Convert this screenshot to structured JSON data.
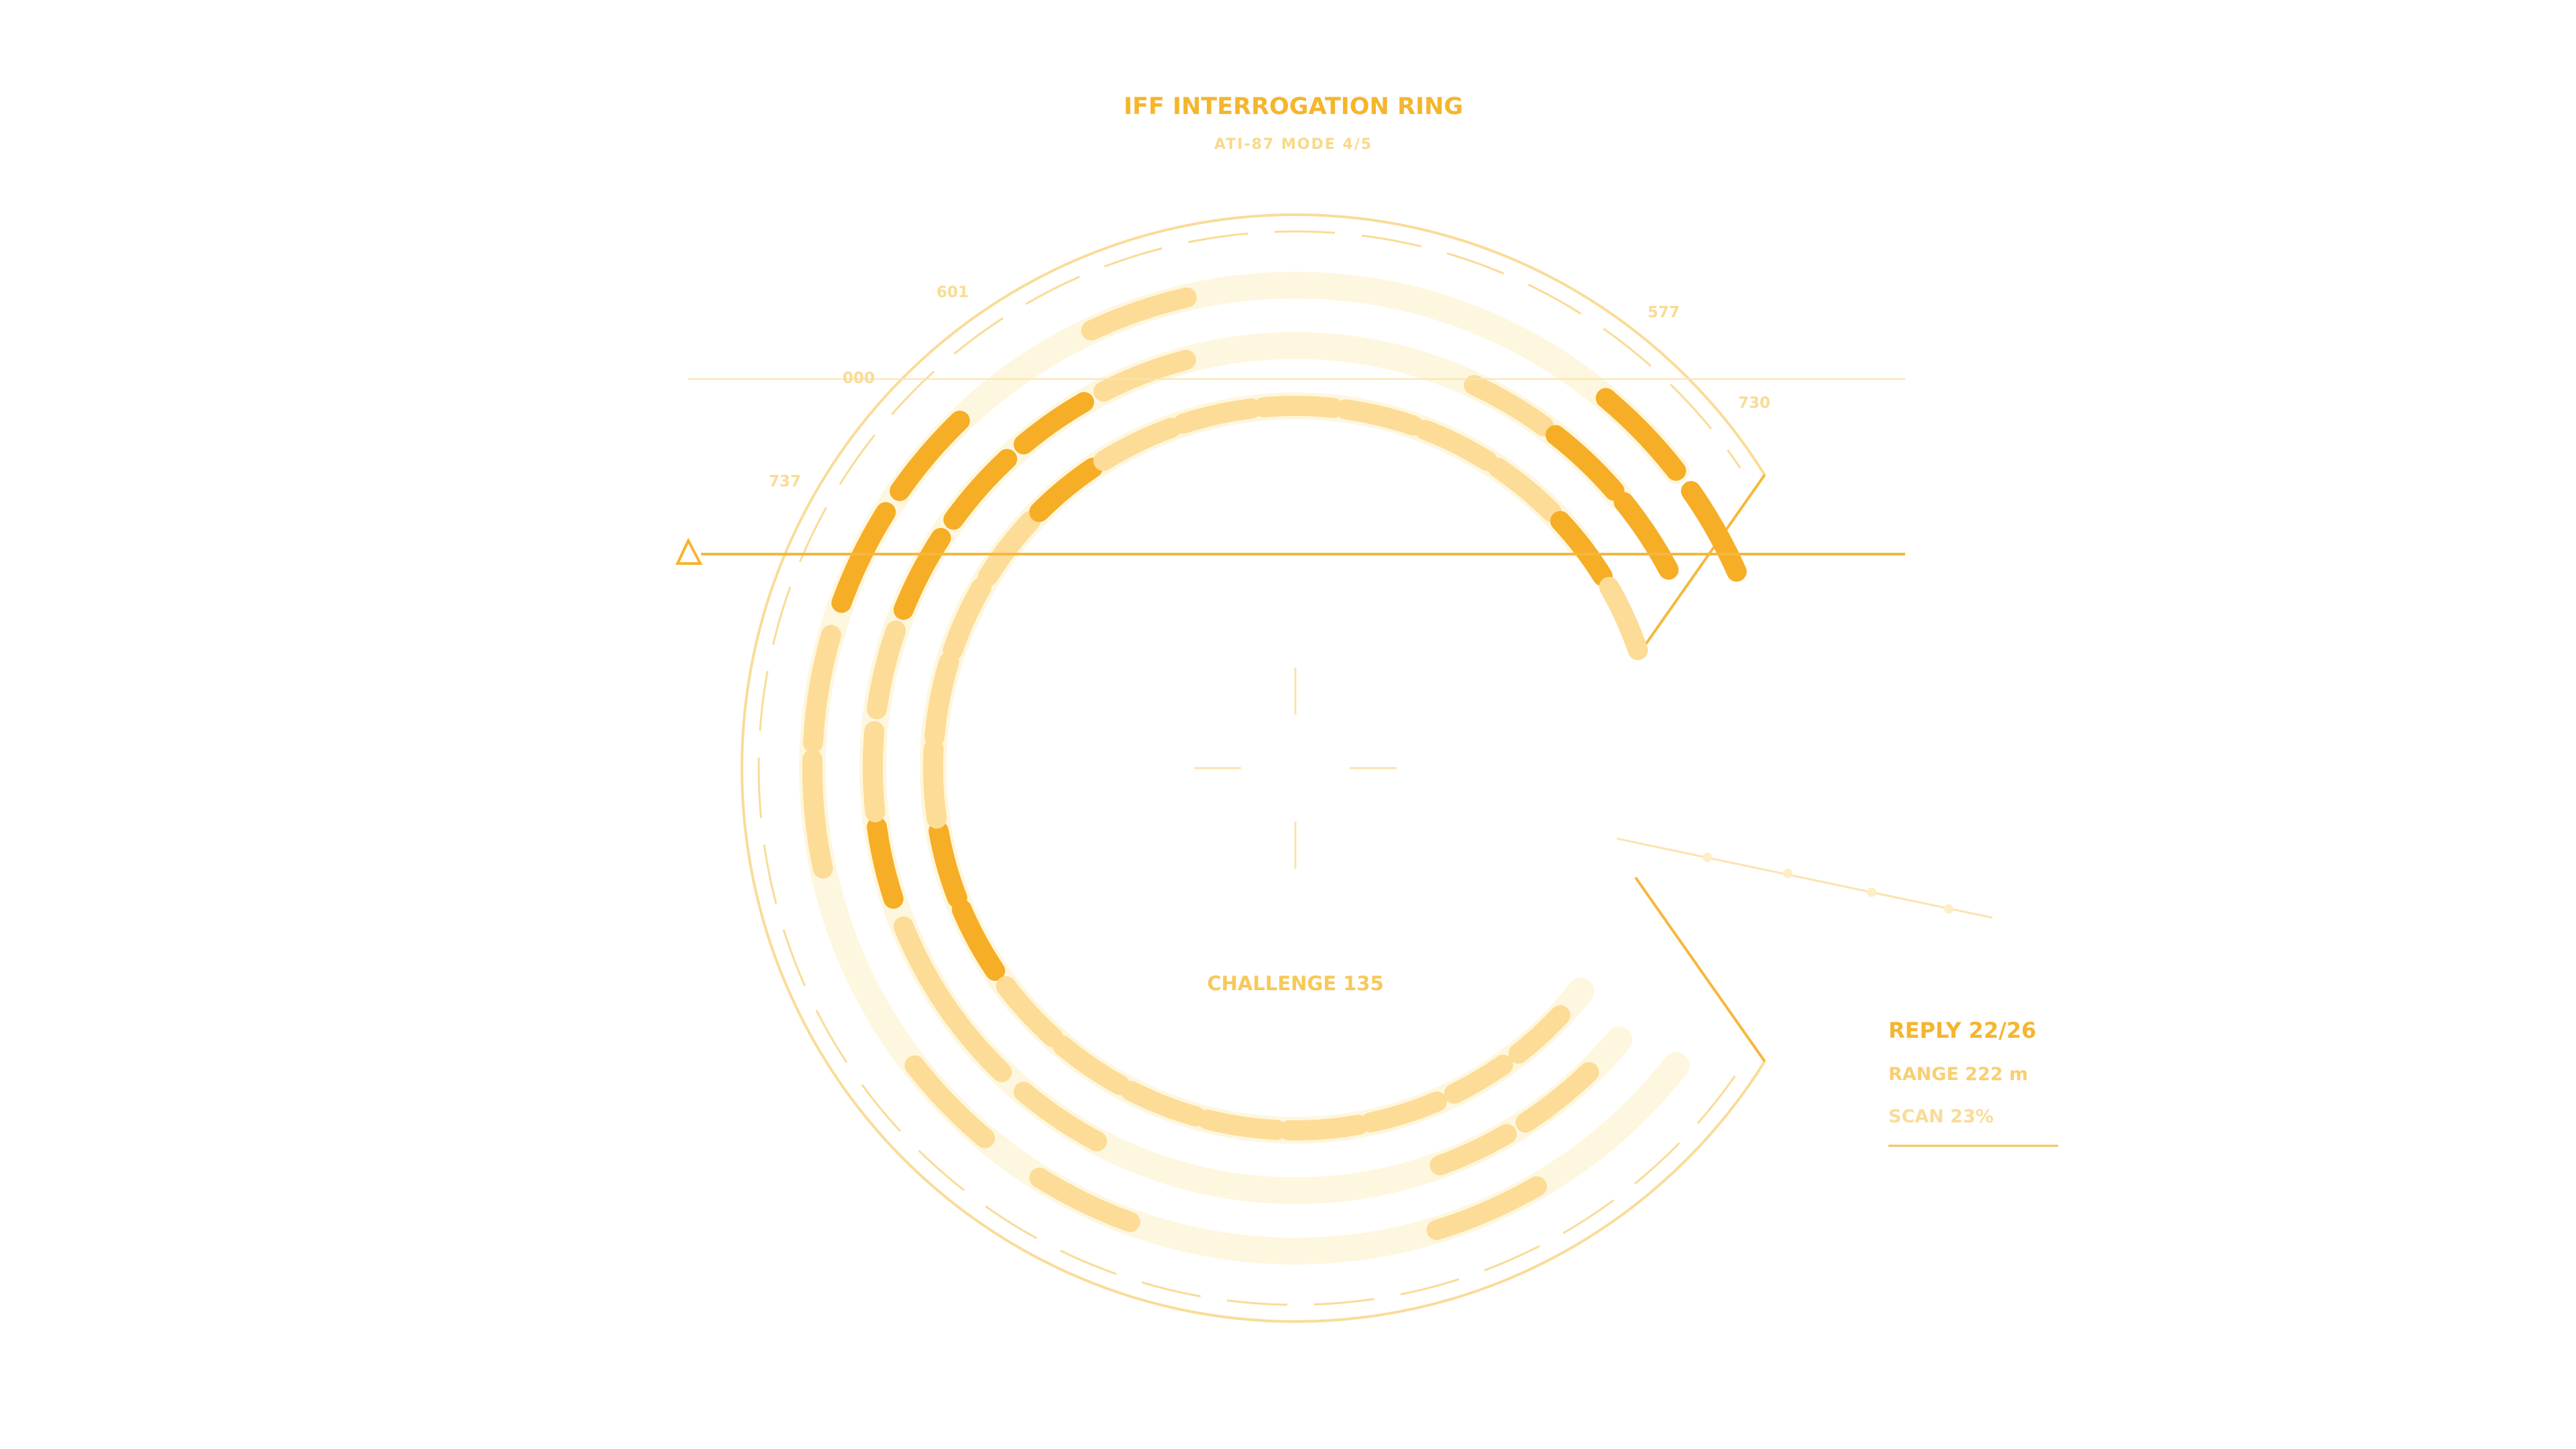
{
  "header": {
    "title": "IFF INTERROGATION RING",
    "subtitle": "ATI-87 MODE 4/5"
  },
  "ring": {
    "center_label": "CHALLENGE 135",
    "bearing_labels": [
      "601",
      "000",
      "737",
      "577",
      "730"
    ]
  },
  "readout": {
    "reply": "REPLY 22/26",
    "range": "RANGE 222 m",
    "scan": "SCAN 23%"
  },
  "values": {
    "replies_received": 22,
    "replies_total": 26,
    "range_m": 222,
    "scan_percent": 23
  },
  "colors": {
    "accent": "#f6ae27",
    "accent_light": "#fcdc97",
    "accent_faint": "#fef7df",
    "background": "#ffffff"
  },
  "icons": {
    "heading_marker": "warning-triangle-icon",
    "center": "crosshair-icon"
  }
}
